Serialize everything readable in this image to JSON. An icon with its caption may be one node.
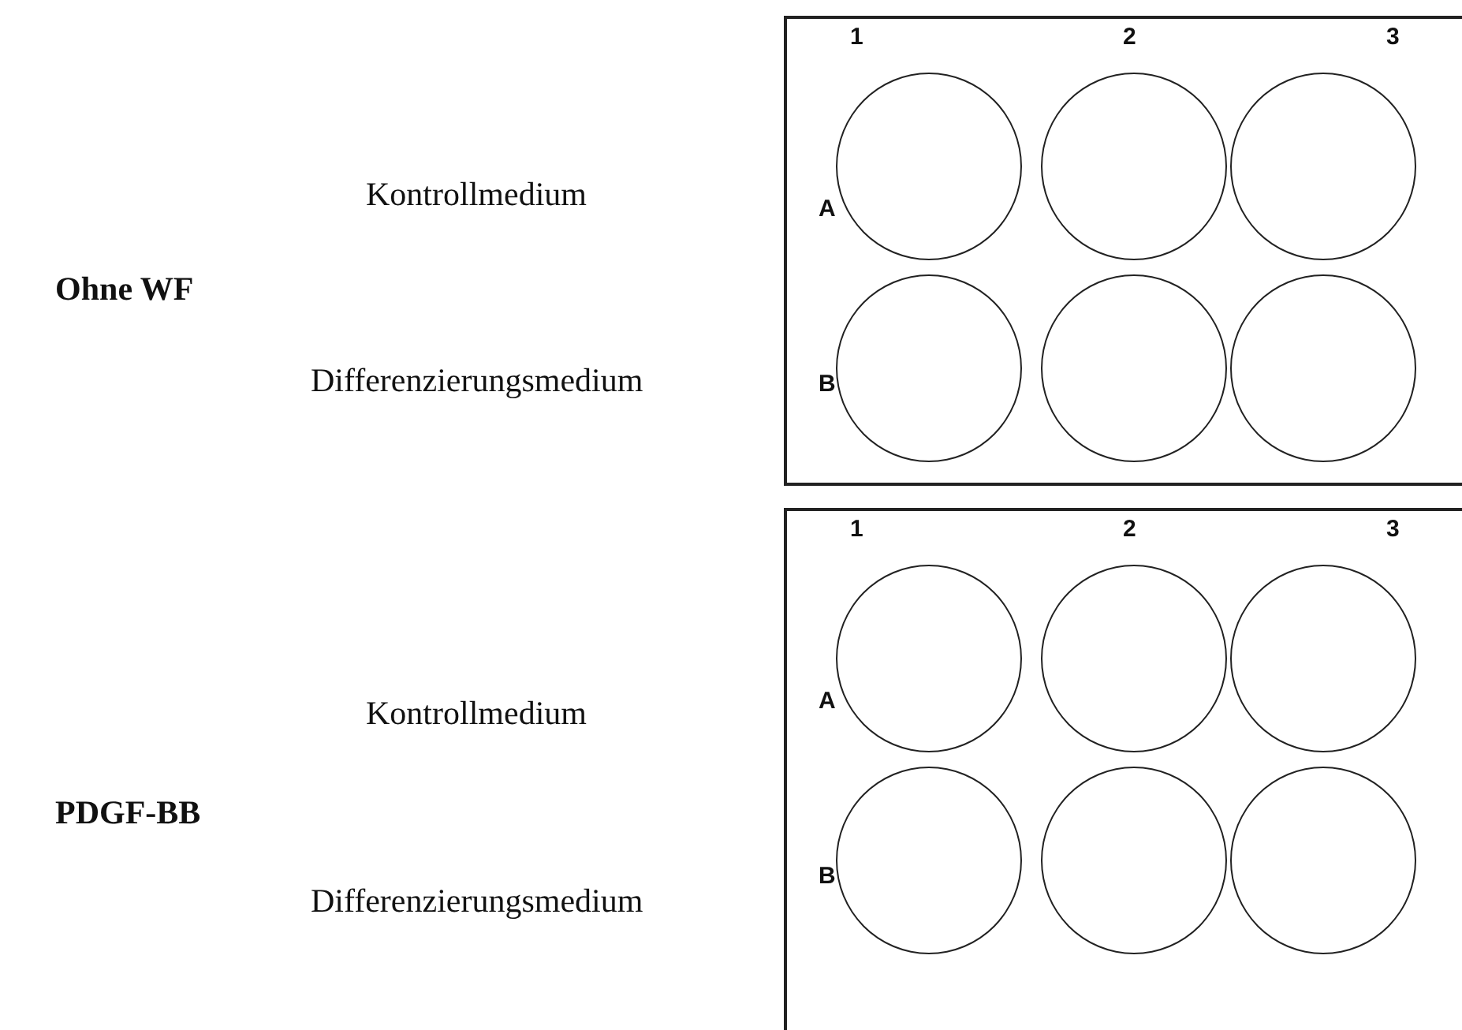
{
  "diagram": {
    "nodes": [
      {
        "text": [
          "1",
          "2",
          "3",
          "A",
          "B"
        ]
      },
      {
        "text": [],
        "shape": "circle",
        "in": 0
      },
      {
        "text": [],
        "shape": "circle",
        "in": 0
      },
      {
        "text": [],
        "shape": "circle",
        "in": 0
      },
      {
        "text": [],
        "shape": "circle",
        "in": 0
      },
      {
        "text": [],
        "shape": "circle",
        "in": 0
      },
      {
        "text": [],
        "shape": "circle",
        "in": 0
      },
      {
        "text": [
          "1",
          "2",
          "3",
          "A",
          "B"
        ]
      },
      {
        "text": [],
        "shape": "circle",
        "in": 7
      },
      {
        "text": [],
        "shape": "circle",
        "in": 7
      },
      {
        "text": [],
        "shape": "circle",
        "in": 7
      },
      {
        "text": [],
        "shape": "circle",
        "in": 7
      },
      {
        "text": [],
        "shape": "circle",
        "in": 7
      },
      {
        "text": [],
        "shape": "circle",
        "in": 7
      }
    ],
    "labels": [
      "Kontrollmedium",
      "Ohne WF",
      "Differenzierungsmedium",
      "Kontrollmedium",
      "PDGF-BB",
      "Differenzierungsmedium"
    ]
  }
}
